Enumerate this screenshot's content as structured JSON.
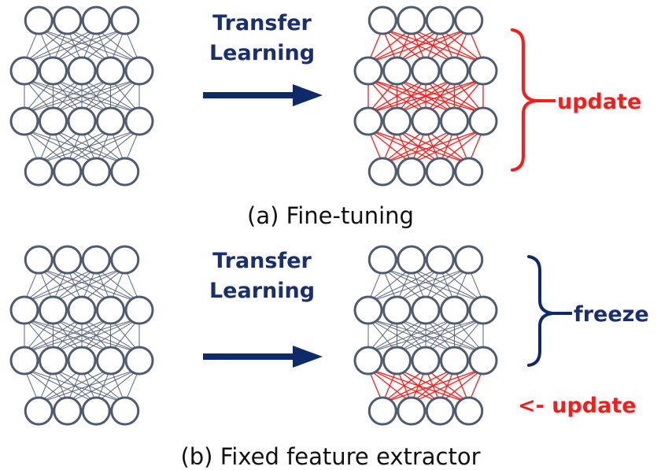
{
  "colors": {
    "edge_default": "#5a6577",
    "edge_updated": "#ff1a1a",
    "node_stroke": "#4f5b6e",
    "arrow": "#0e2a6b",
    "label_blue": "#1a2f6e",
    "label_red": "#ff1a1a",
    "brace_freeze": "#0e2a6b",
    "brace_update": "#ff1a1a"
  },
  "network": {
    "layer_sizes": [
      4,
      5,
      5,
      4
    ]
  },
  "panels": [
    {
      "id": "fine-tuning",
      "caption": "(a) Fine-tuning",
      "arrow": {
        "line1": "Transfer",
        "line2": "Learning"
      },
      "target_updated_gaps": [
        0,
        1,
        2
      ],
      "side_label": {
        "text": "update",
        "color": "red",
        "style": "brace"
      }
    },
    {
      "id": "fixed-feature-extractor",
      "caption": "(b) Fixed feature extractor",
      "arrow": {
        "line1": "Transfer",
        "line2": "Learning"
      },
      "target_updated_gaps": [
        2
      ],
      "side_label": {
        "text": "freeze",
        "color": "blue",
        "style": "brace"
      },
      "extra_label": {
        "text": "<- update",
        "color": "red"
      }
    }
  ]
}
